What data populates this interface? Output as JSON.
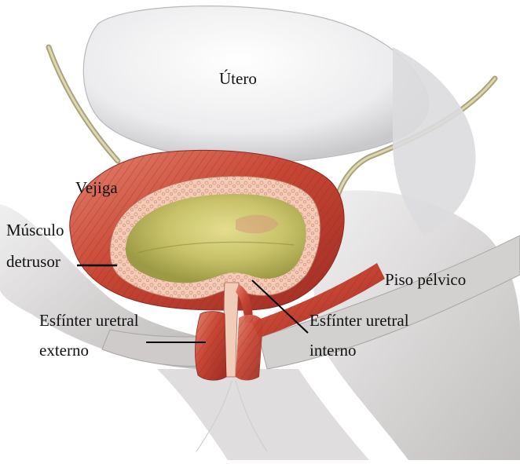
{
  "labels": {
    "utero": "Útero",
    "vejiga": "Vejiga",
    "musculo_detrusor_line1": "Músculo",
    "musculo_detrusor_line2": "detrusor",
    "piso_pelvico": "Piso pélvico",
    "esfinter_externo_line1": "Esfínter uretral",
    "esfinter_externo_line2": "externo",
    "esfinter_interno_line1": "Esfínter uretral",
    "esfinter_interno_line2": "interno"
  },
  "colors": {
    "background": "#ffffff",
    "uterus": "#e9e9eb",
    "muscle": "#c9473a",
    "bladder_wall": "#f1c7b0",
    "bladder_lumen": "#c9c66a",
    "pelvic_tissue": "#d6d4d4",
    "ureter": "#c9c39a",
    "leader_line": "#000000"
  }
}
